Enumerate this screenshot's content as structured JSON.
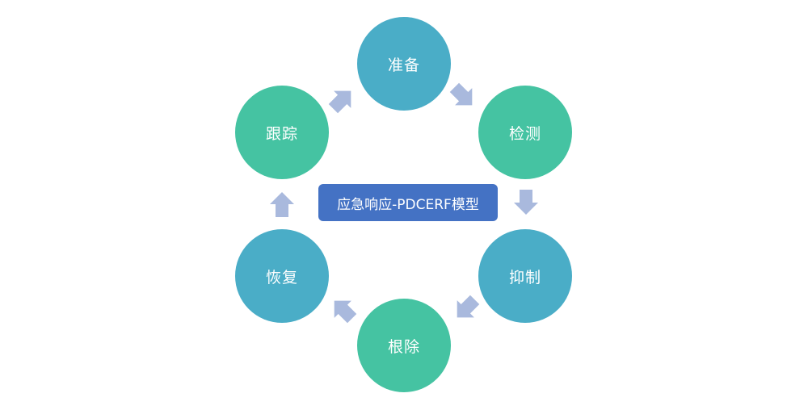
{
  "diagram": {
    "title": "应急响应-PDCERF模型",
    "stages": [
      {
        "label": "准备",
        "color": "#4aadc7"
      },
      {
        "label": "检测",
        "color": "#45c3a2"
      },
      {
        "label": "抑制",
        "color": "#4aadc7"
      },
      {
        "label": "根除",
        "color": "#45c3a2"
      },
      {
        "label": "恢复",
        "color": "#4aadc7"
      },
      {
        "label": "跟踪",
        "color": "#45c3a2"
      }
    ],
    "title_color": "#4472c4",
    "arrow_color": "#a9b9dd"
  }
}
